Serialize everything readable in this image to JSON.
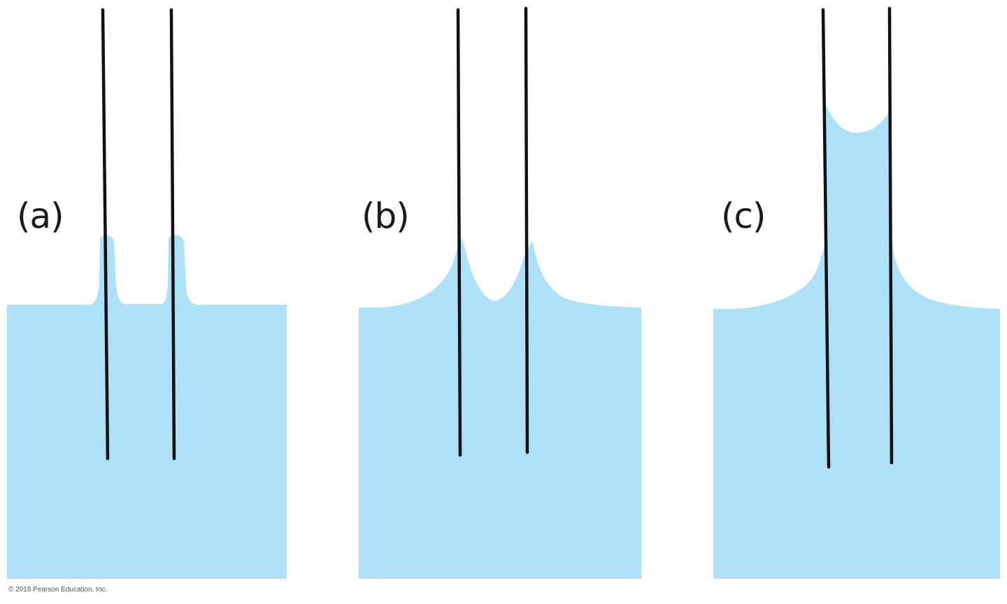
{
  "colors": {
    "water": "#aee0f8",
    "tube": "#111111",
    "background": "#ffffff"
  },
  "panels": [
    {
      "label": "(a)"
    },
    {
      "label": "(b)"
    },
    {
      "label": "(c)"
    }
  ],
  "copyright": "© 2015 Pearson Education, Inc."
}
